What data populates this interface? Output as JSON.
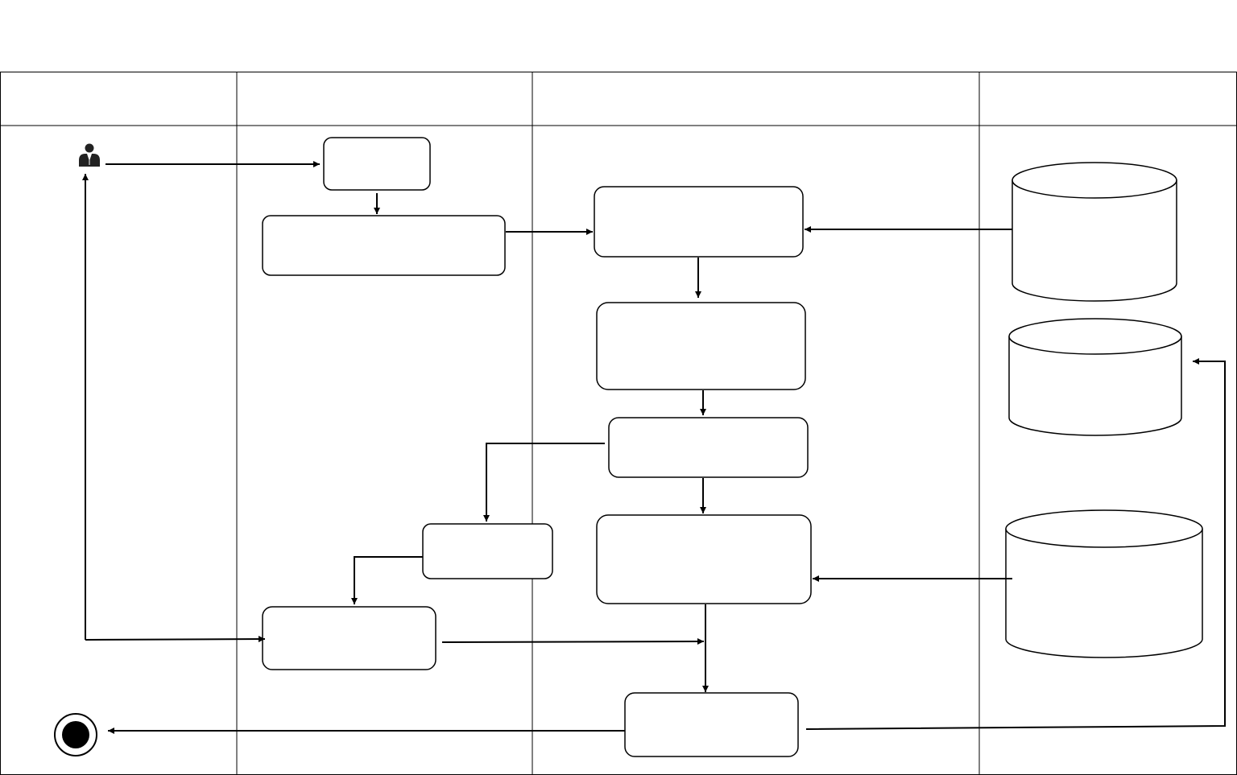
{
  "lanes": [
    {
      "id": "lane-1",
      "label": ""
    },
    {
      "id": "lane-2",
      "label": ""
    },
    {
      "id": "lane-3",
      "label": ""
    },
    {
      "id": "lane-4",
      "label": ""
    }
  ],
  "nodes": {
    "start_box": {
      "label": ""
    },
    "input_box": {
      "label": ""
    },
    "process_box_1": {
      "label": ""
    },
    "process_box_2": {
      "label": ""
    },
    "process_box_3": {
      "label": ""
    },
    "side_box": {
      "label": ""
    },
    "process_box_4": {
      "label": ""
    },
    "result_box": {
      "label": ""
    },
    "output_box": {
      "label": ""
    }
  },
  "databases": [
    {
      "id": "database-1",
      "label": ""
    },
    {
      "id": "database-2",
      "label": ""
    },
    {
      "id": "database-3",
      "label": ""
    }
  ],
  "icons": {
    "actor": "user-icon",
    "end": "end-node-icon"
  },
  "colors": {
    "stroke": "#000000",
    "fill": "#ffffff"
  }
}
